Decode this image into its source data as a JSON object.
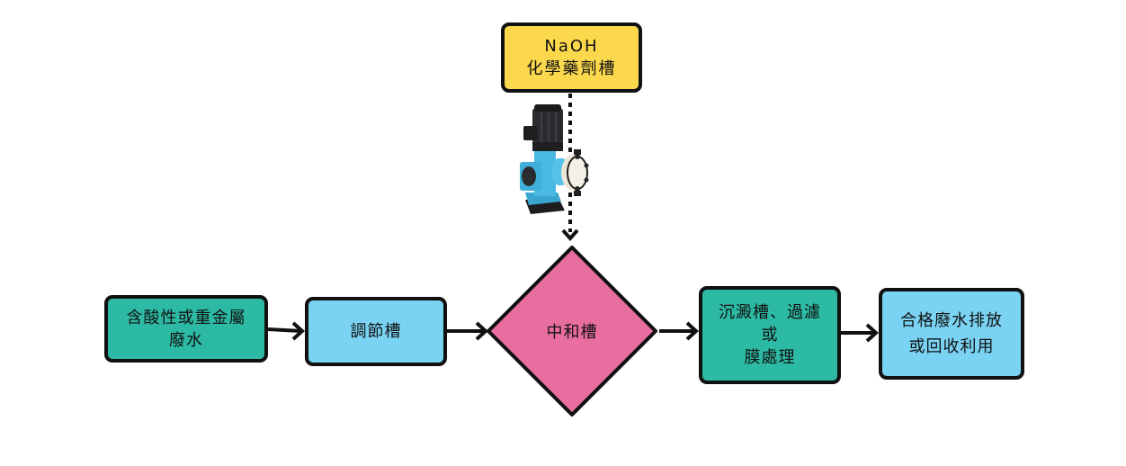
{
  "diagram": {
    "colors": {
      "chemical_tank": "#fbd84c",
      "process_teal": "#2dbaa4",
      "process_blue": "#7bd3f4",
      "neutralization": "#e86ea0",
      "stroke": "#111111"
    },
    "nodes": {
      "chemical_tank": {
        "lines": [
          "NaOH",
          "化學藥劑槽"
        ]
      },
      "source": {
        "lines": [
          "含酸性或重金屬",
          "廢水"
        ]
      },
      "equalization": {
        "lines": [
          "調節槽"
        ]
      },
      "neutralization": {
        "label": "中和槽"
      },
      "settling": {
        "lines": [
          "沉澱槽、過濾",
          "或",
          "膜處理"
        ]
      },
      "output": {
        "lines": [
          "合格廢水排放",
          "或回收利用"
        ]
      }
    },
    "pump": {
      "icon": "dosing-pump-icon"
    },
    "edges": [
      {
        "from": "chemical_tank",
        "to": "neutralization",
        "style": "dotted"
      },
      {
        "from": "source",
        "to": "equalization",
        "style": "solid"
      },
      {
        "from": "equalization",
        "to": "neutralization",
        "style": "solid"
      },
      {
        "from": "neutralization",
        "to": "settling",
        "style": "solid"
      },
      {
        "from": "settling",
        "to": "output",
        "style": "solid"
      }
    ]
  }
}
